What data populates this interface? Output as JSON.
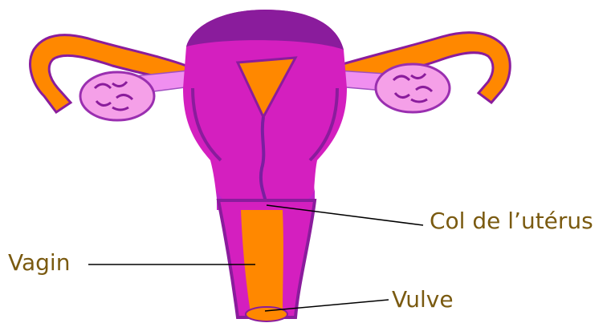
{
  "labels": {
    "col": "Col de l’utérus",
    "vagin": "Vagin",
    "vulve": "Vulve"
  },
  "colors": {
    "label_text": "#7a5a10",
    "magenta": "#d41fbf",
    "magenta_dark": "#7a1fa0",
    "light_pink": "#f08ff0",
    "orange": "#ff8800",
    "leader_line": "#000000"
  }
}
